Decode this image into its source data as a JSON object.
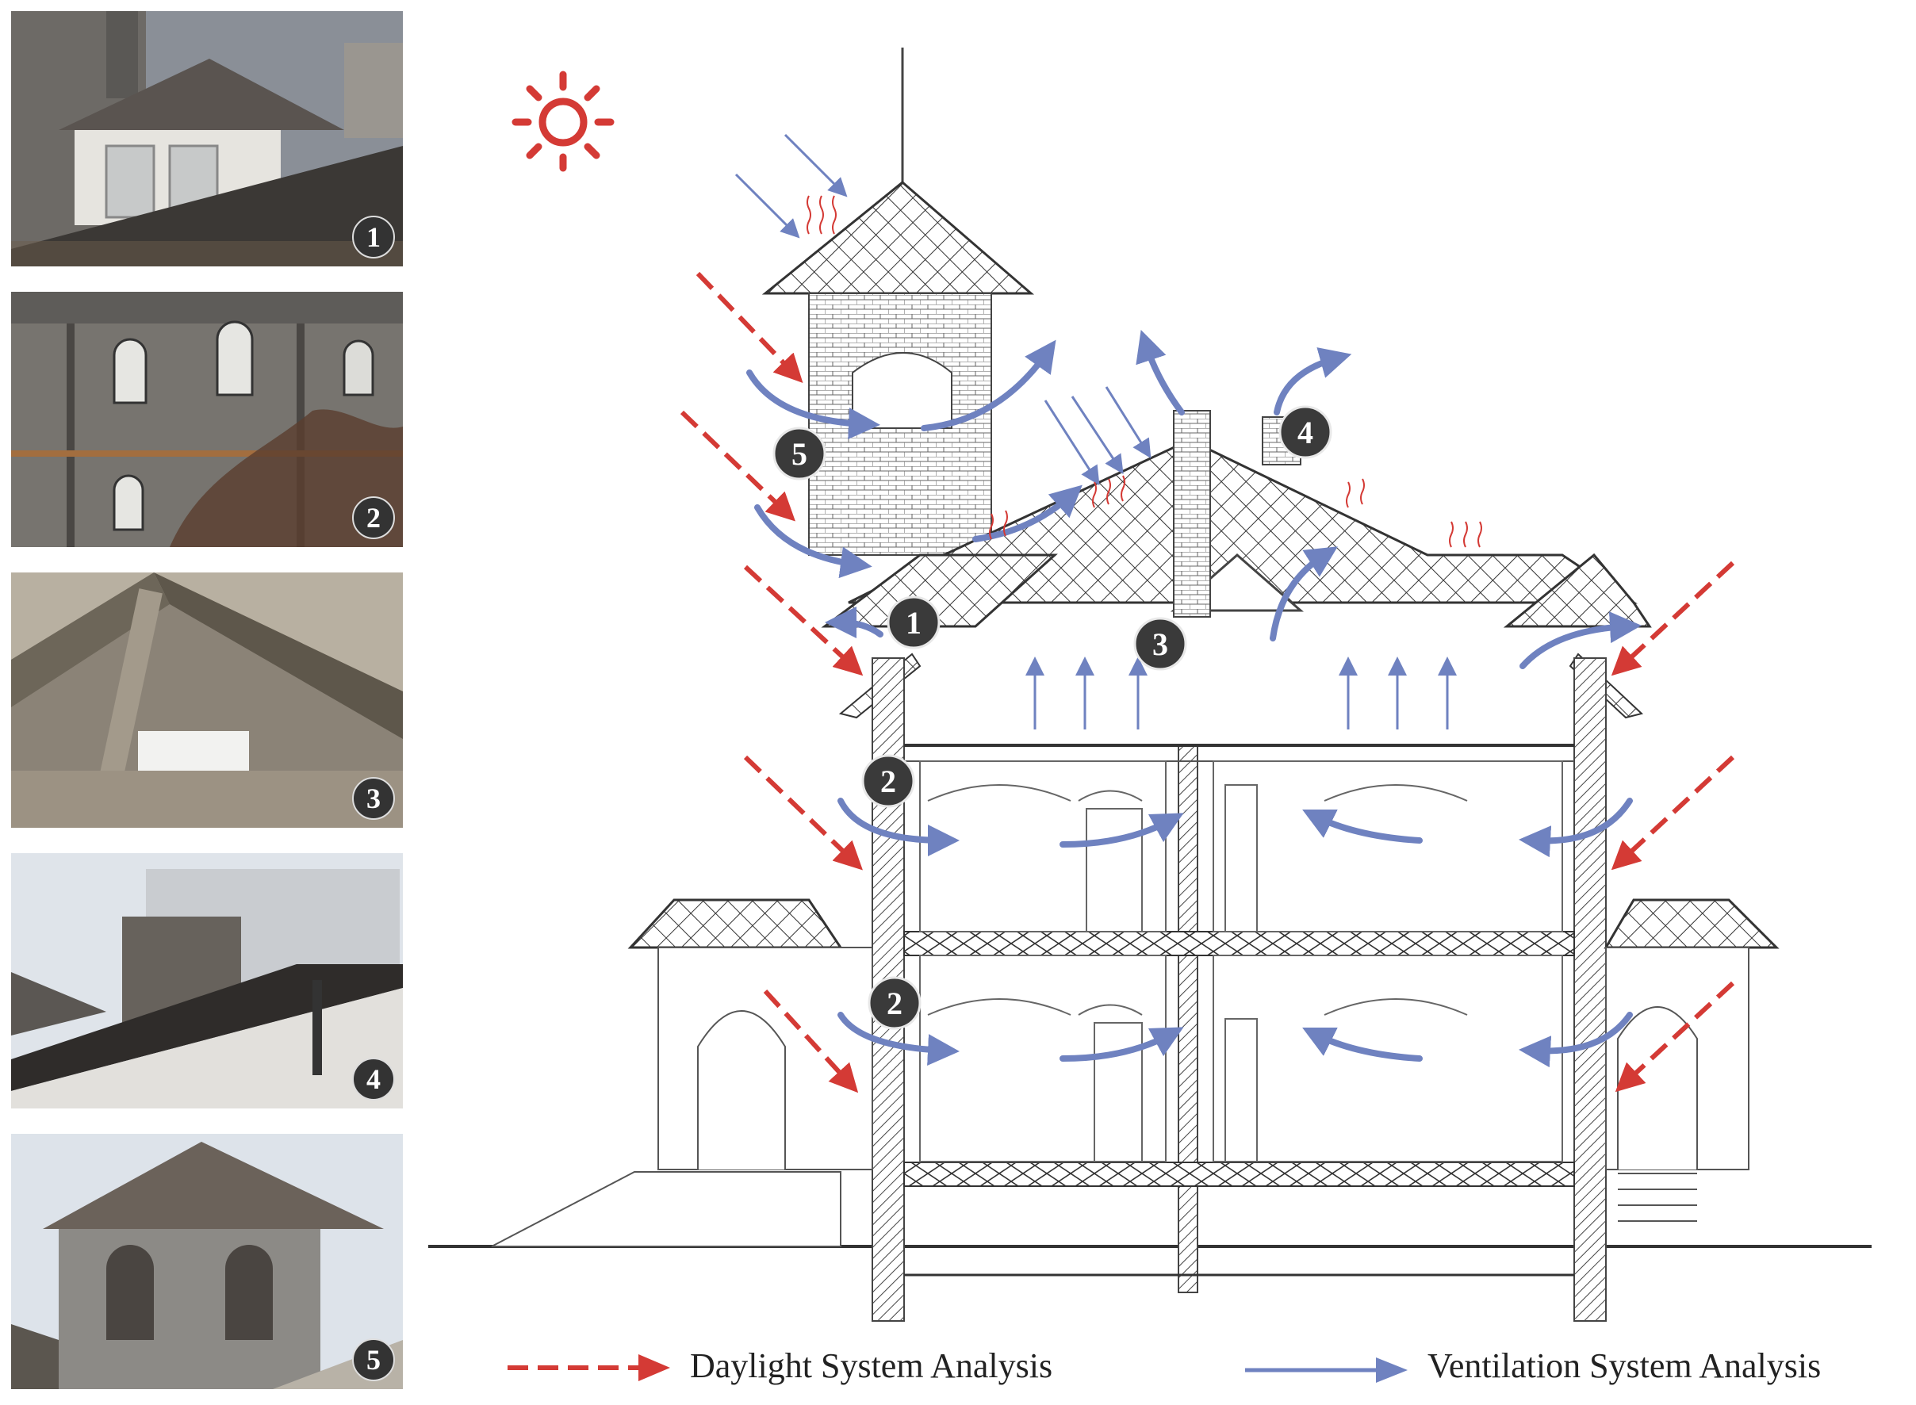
{
  "photos": [
    {
      "number": "1",
      "subject": "dormer window on roof"
    },
    {
      "number": "2",
      "subject": "arched windows facade"
    },
    {
      "number": "3",
      "subject": "attic roof truss interior"
    },
    {
      "number": "4",
      "subject": "chimney above eaves"
    },
    {
      "number": "5",
      "subject": "roof lantern tower"
    }
  ],
  "section_markers": [
    "1",
    "2",
    "2",
    "3",
    "4",
    "5"
  ],
  "legend": {
    "daylight": "Daylight System Analysis",
    "ventilation": "Ventilation System Analysis"
  },
  "colors": {
    "daylight_arrow": "#d43a35",
    "ventilation_arrow": "#6f82c0",
    "marker": "#3a3a3a",
    "sun": "#d43a35",
    "linework": "#333333"
  },
  "icons": [
    "sun-icon",
    "daylight-arrow-icon",
    "ventilation-arrow-icon"
  ]
}
